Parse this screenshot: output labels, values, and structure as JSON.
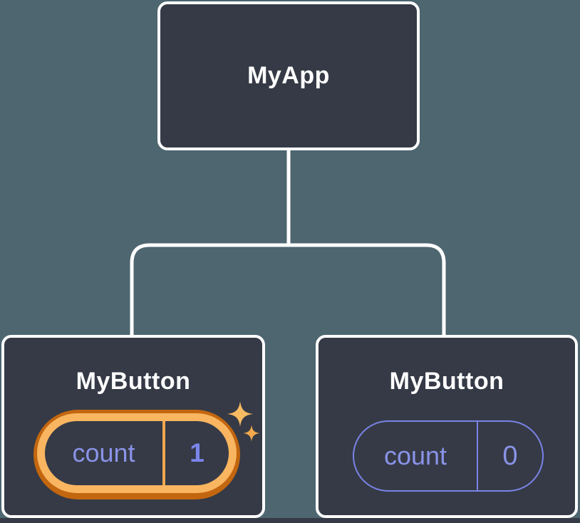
{
  "colors": {
    "background": "#4d6670",
    "node_fill": "#353a46",
    "node_border": "#ffffff",
    "connector": "#ffffff",
    "state_text_purple": "#8a93e8",
    "idle_pill_outline": "#7a83e6",
    "hot_value_purple": "#7b86ec",
    "hot_ring_light": "#f9b560",
    "hot_ring_dark": "#c2660f",
    "hot_divider_orange": "#f2a74f",
    "sparkle_big": "#f9bb62",
    "sparkle_small": "#f3a94c"
  },
  "tree": {
    "root": {
      "label": "MyApp"
    },
    "children": [
      {
        "label": "MyButton",
        "state_name": "count",
        "state_value": "1",
        "highlighted": true
      },
      {
        "label": "MyButton",
        "state_name": "count",
        "state_value": "0",
        "highlighted": false
      }
    ]
  }
}
